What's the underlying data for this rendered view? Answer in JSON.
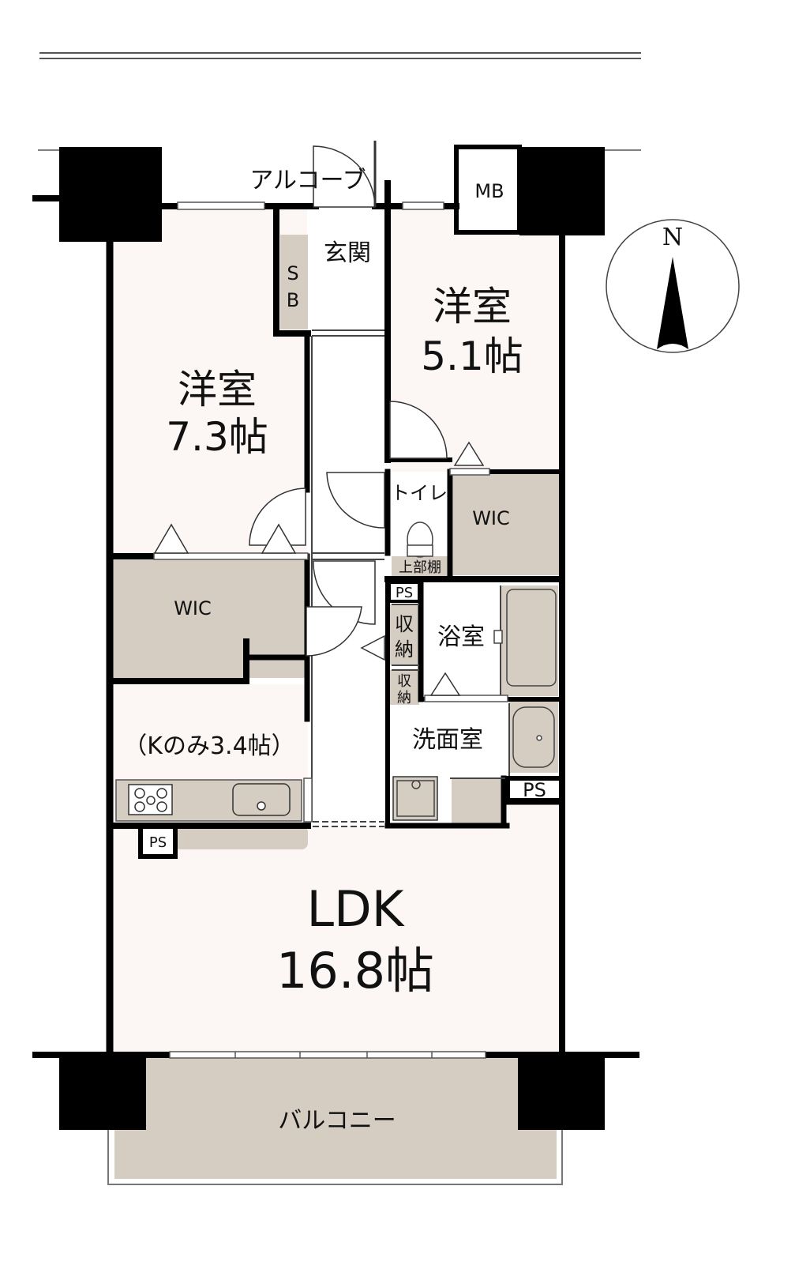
{
  "colors": {
    "room_floor": "#fcf6f5",
    "storage": "#d5ccc2",
    "balcony": "#d5ccc2",
    "wall": "#000000",
    "outline": "#7a7a7a"
  },
  "rooms": {
    "western_room_1": {
      "name": "洋室",
      "size": "7.3帖"
    },
    "western_room_2": {
      "name": "洋室",
      "size": "5.1帖"
    },
    "ldk": {
      "name": "LDK",
      "size": "16.8帖"
    },
    "kitchen": {
      "label": "（Kのみ3.4帖）"
    },
    "entrance": {
      "label": "玄関"
    },
    "toilet": {
      "label": "トイレ"
    },
    "bathroom": {
      "label": "浴室"
    },
    "washroom": {
      "label": "洗面室"
    },
    "wic_1": {
      "label": "WIC"
    },
    "wic_2": {
      "label": "WIC"
    },
    "balcony": {
      "label": "バルコニー"
    }
  },
  "fixtures": {
    "alcove": "アルコーブ",
    "mb": "MB",
    "shoe_box": [
      "S",
      "B"
    ],
    "upper_shelf": "上部棚",
    "storage_1": [
      "収",
      "納"
    ],
    "storage_2": [
      "収",
      "納"
    ],
    "ps": [
      "PS",
      "PS",
      "PS"
    ]
  },
  "compass": {
    "label": "N",
    "icon": "north-arrow-icon"
  }
}
